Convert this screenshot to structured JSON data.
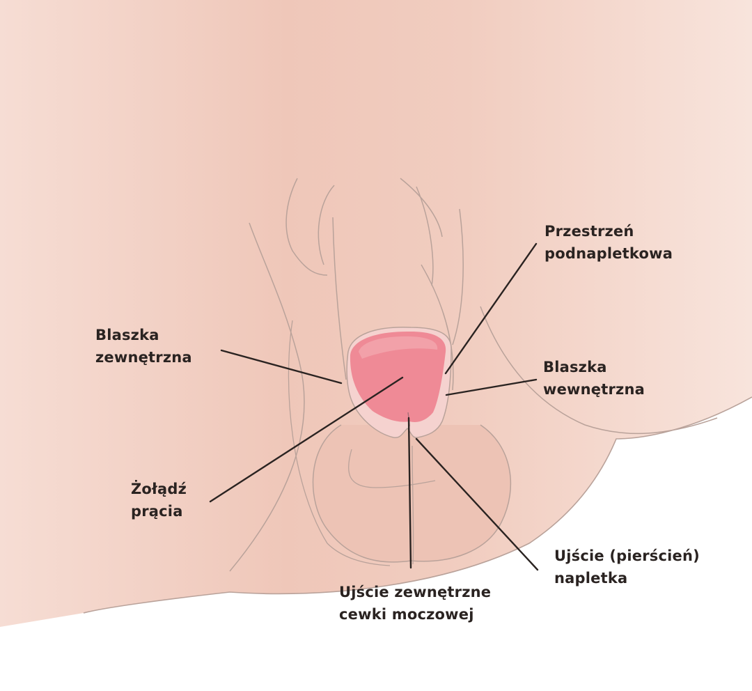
{
  "colors": {
    "skin_light": "#f7e2da",
    "skin_mid": "#f0cbbf",
    "skin_dark": "#eabcac",
    "outline": "#b9a29a",
    "glans": "#ef8a96",
    "glans_highlight": "#f3a6ae",
    "inner_lamina": "#f6d0ce",
    "pointer_line": "#2a2321",
    "text": "#2a2321"
  },
  "labels": {
    "subpreputial_space": [
      "Przestrzeń",
      "podnapletkowa"
    ],
    "outer_lamina": [
      "Blaszka",
      "zewnętrzna"
    ],
    "inner_lamina": [
      "Blaszka",
      "wewnętrzna"
    ],
    "glans": [
      "Żołądź",
      "prącia"
    ],
    "foreskin_opening": [
      "Ujście (pierścień)",
      "napletka"
    ],
    "urethral_opening": [
      "Ujście zewnętrzne",
      "cewki moczowej"
    ]
  }
}
